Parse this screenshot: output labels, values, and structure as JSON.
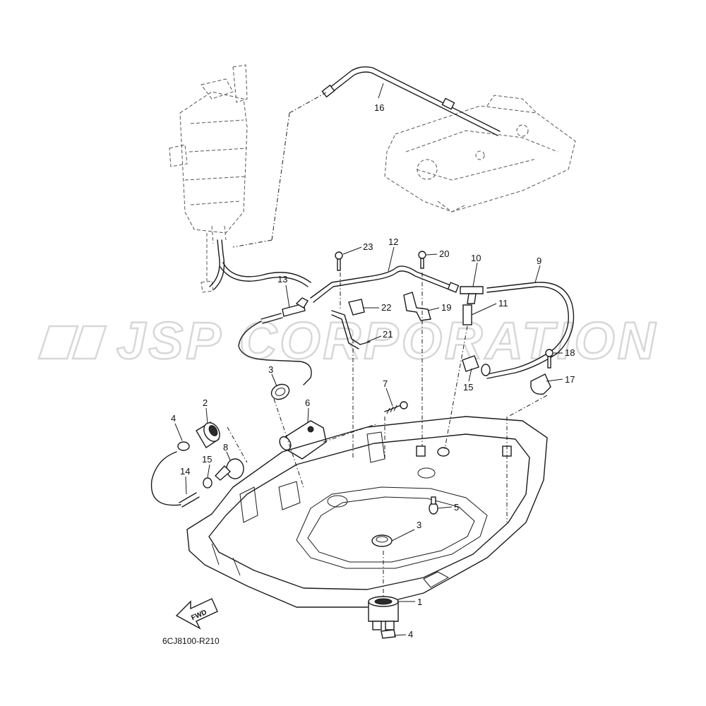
{
  "watermark": {
    "text": "JSP CORPORATION"
  },
  "diagram_code": "6CJ8100-R210",
  "fwd_label": "FWD",
  "callouts": {
    "c1": "1",
    "c2": "2",
    "c3a": "3",
    "c3b": "3",
    "c4a": "4",
    "c4b": "4",
    "c5": "5",
    "c6": "6",
    "c7": "7",
    "c8": "8",
    "c9": "9",
    "c10": "10",
    "c11": "11",
    "c12": "12",
    "c13": "13",
    "c14": "14",
    "c15a": "15",
    "c15b": "15",
    "c16": "16",
    "c17": "17",
    "c18": "18",
    "c19": "19",
    "c20": "20",
    "c21": "21",
    "c22": "22",
    "c23": "23"
  }
}
